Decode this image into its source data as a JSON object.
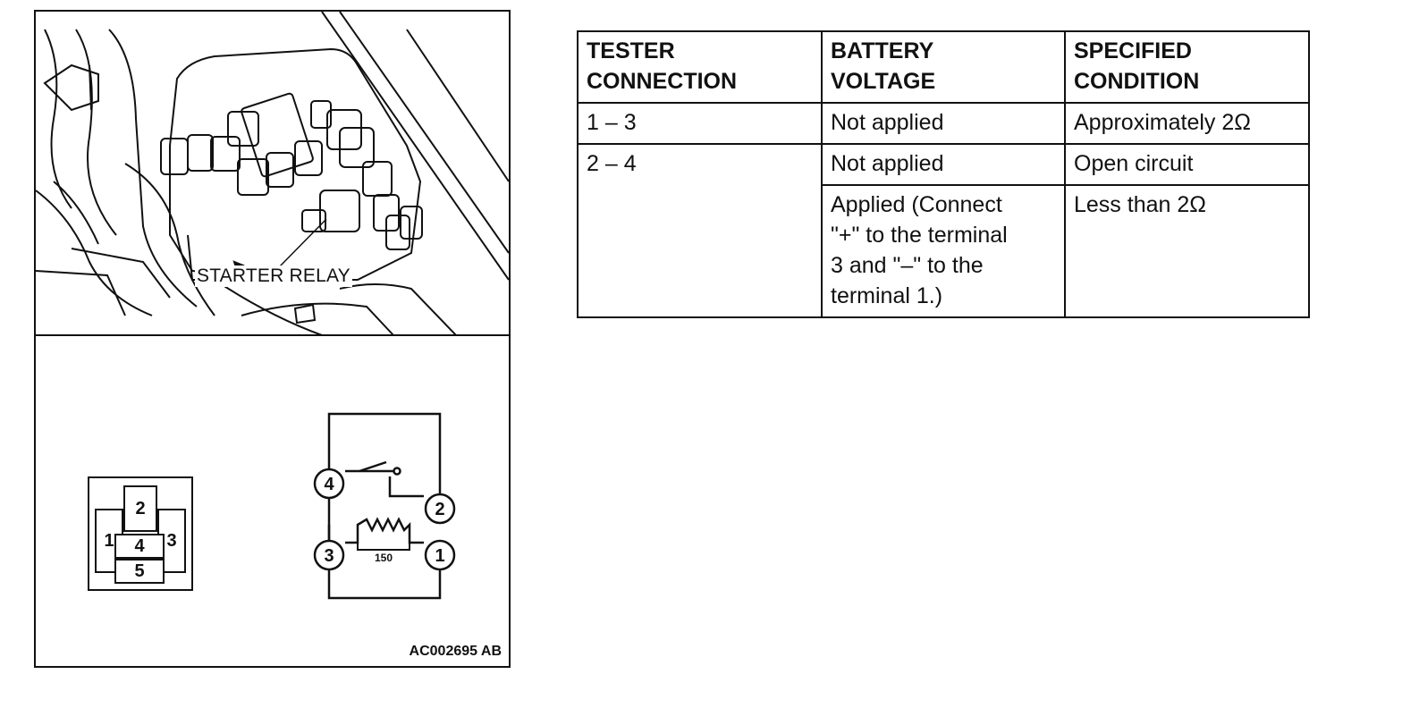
{
  "figure": {
    "callout": "STARTER RELAY",
    "code": "AC002695 AB",
    "connector_terminals": [
      "1",
      "2",
      "3",
      "4",
      "5"
    ],
    "circuit_terminals": [
      "1",
      "2",
      "3",
      "4"
    ],
    "resistor_label": "150"
  },
  "table": {
    "headers": [
      "TESTER\nCONNECTION",
      "BATTERY\nVOLTAGE",
      "SPECIFIED\nCONDITION"
    ],
    "rows": [
      {
        "connection": "1 – 3",
        "voltage": "Not applied",
        "condition": "Approximately 2Ω"
      },
      {
        "connection": "2 – 4",
        "voltage": "Not applied",
        "condition": "Open circuit"
      },
      {
        "connection": "",
        "voltage": "Applied (Connect\n\"+\" to the terminal\n3 and \"–\" to the\nterminal 1.)",
        "condition": "Less than 2Ω"
      }
    ]
  }
}
